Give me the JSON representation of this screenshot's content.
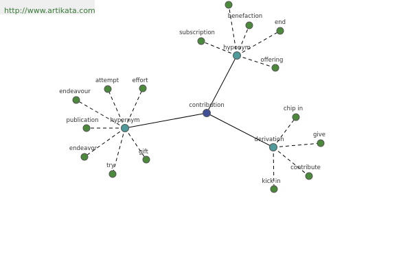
{
  "watermark": "http://www.artikata.com",
  "colors": {
    "center": "#3f4f96",
    "category": "#4f9a9a",
    "leaf": "#4a8a3a"
  },
  "graph": {
    "nodes": [
      {
        "id": "contribution",
        "label": "contribution",
        "kind": "center"
      },
      {
        "id": "hyponym",
        "label": "hyponym",
        "kind": "category"
      },
      {
        "id": "hypernym",
        "label": "hypernym",
        "kind": "category"
      },
      {
        "id": "derivation",
        "label": "derivation",
        "kind": "category"
      },
      {
        "id": "hypo-top",
        "label": "",
        "kind": "leaf"
      },
      {
        "id": "benefaction",
        "label": "benefaction",
        "kind": "leaf"
      },
      {
        "id": "end",
        "label": "end",
        "kind": "leaf"
      },
      {
        "id": "subscription",
        "label": "subscription",
        "kind": "leaf"
      },
      {
        "id": "offering",
        "label": "offering",
        "kind": "leaf"
      },
      {
        "id": "attempt",
        "label": "attempt",
        "kind": "leaf"
      },
      {
        "id": "effort",
        "label": "effort",
        "kind": "leaf"
      },
      {
        "id": "endeavour",
        "label": "endeavour",
        "kind": "leaf"
      },
      {
        "id": "publication",
        "label": "publication",
        "kind": "leaf"
      },
      {
        "id": "endeavor",
        "label": "endeavor",
        "kind": "leaf"
      },
      {
        "id": "gift",
        "label": "gift",
        "kind": "leaf"
      },
      {
        "id": "try",
        "label": "try",
        "kind": "leaf"
      },
      {
        "id": "chip-in",
        "label": "chip in",
        "kind": "leaf"
      },
      {
        "id": "give",
        "label": "give",
        "kind": "leaf"
      },
      {
        "id": "contribute",
        "label": "contribute",
        "kind": "leaf"
      },
      {
        "id": "kick-in",
        "label": "kick in",
        "kind": "leaf"
      }
    ],
    "edges": [
      {
        "from": "contribution",
        "to": "hyponym",
        "style": "solid"
      },
      {
        "from": "contribution",
        "to": "hypernym",
        "style": "solid"
      },
      {
        "from": "contribution",
        "to": "derivation",
        "style": "solid"
      },
      {
        "from": "hyponym",
        "to": "hypo-top",
        "style": "dashed"
      },
      {
        "from": "hyponym",
        "to": "benefaction",
        "style": "dashed"
      },
      {
        "from": "hyponym",
        "to": "end",
        "style": "dashed"
      },
      {
        "from": "hyponym",
        "to": "subscription",
        "style": "dashed"
      },
      {
        "from": "hyponym",
        "to": "offering",
        "style": "dashed"
      },
      {
        "from": "hypernym",
        "to": "attempt",
        "style": "dashed"
      },
      {
        "from": "hypernym",
        "to": "effort",
        "style": "dashed"
      },
      {
        "from": "hypernym",
        "to": "endeavour",
        "style": "dashed"
      },
      {
        "from": "hypernym",
        "to": "publication",
        "style": "dashed"
      },
      {
        "from": "hypernym",
        "to": "endeavor",
        "style": "dashed"
      },
      {
        "from": "hypernym",
        "to": "gift",
        "style": "dashed"
      },
      {
        "from": "hypernym",
        "to": "try",
        "style": "dashed"
      },
      {
        "from": "derivation",
        "to": "chip-in",
        "style": "dashed"
      },
      {
        "from": "derivation",
        "to": "give",
        "style": "dashed"
      },
      {
        "from": "derivation",
        "to": "contribute",
        "style": "dashed"
      },
      {
        "from": "derivation",
        "to": "kick-in",
        "style": "dashed"
      }
    ]
  }
}
